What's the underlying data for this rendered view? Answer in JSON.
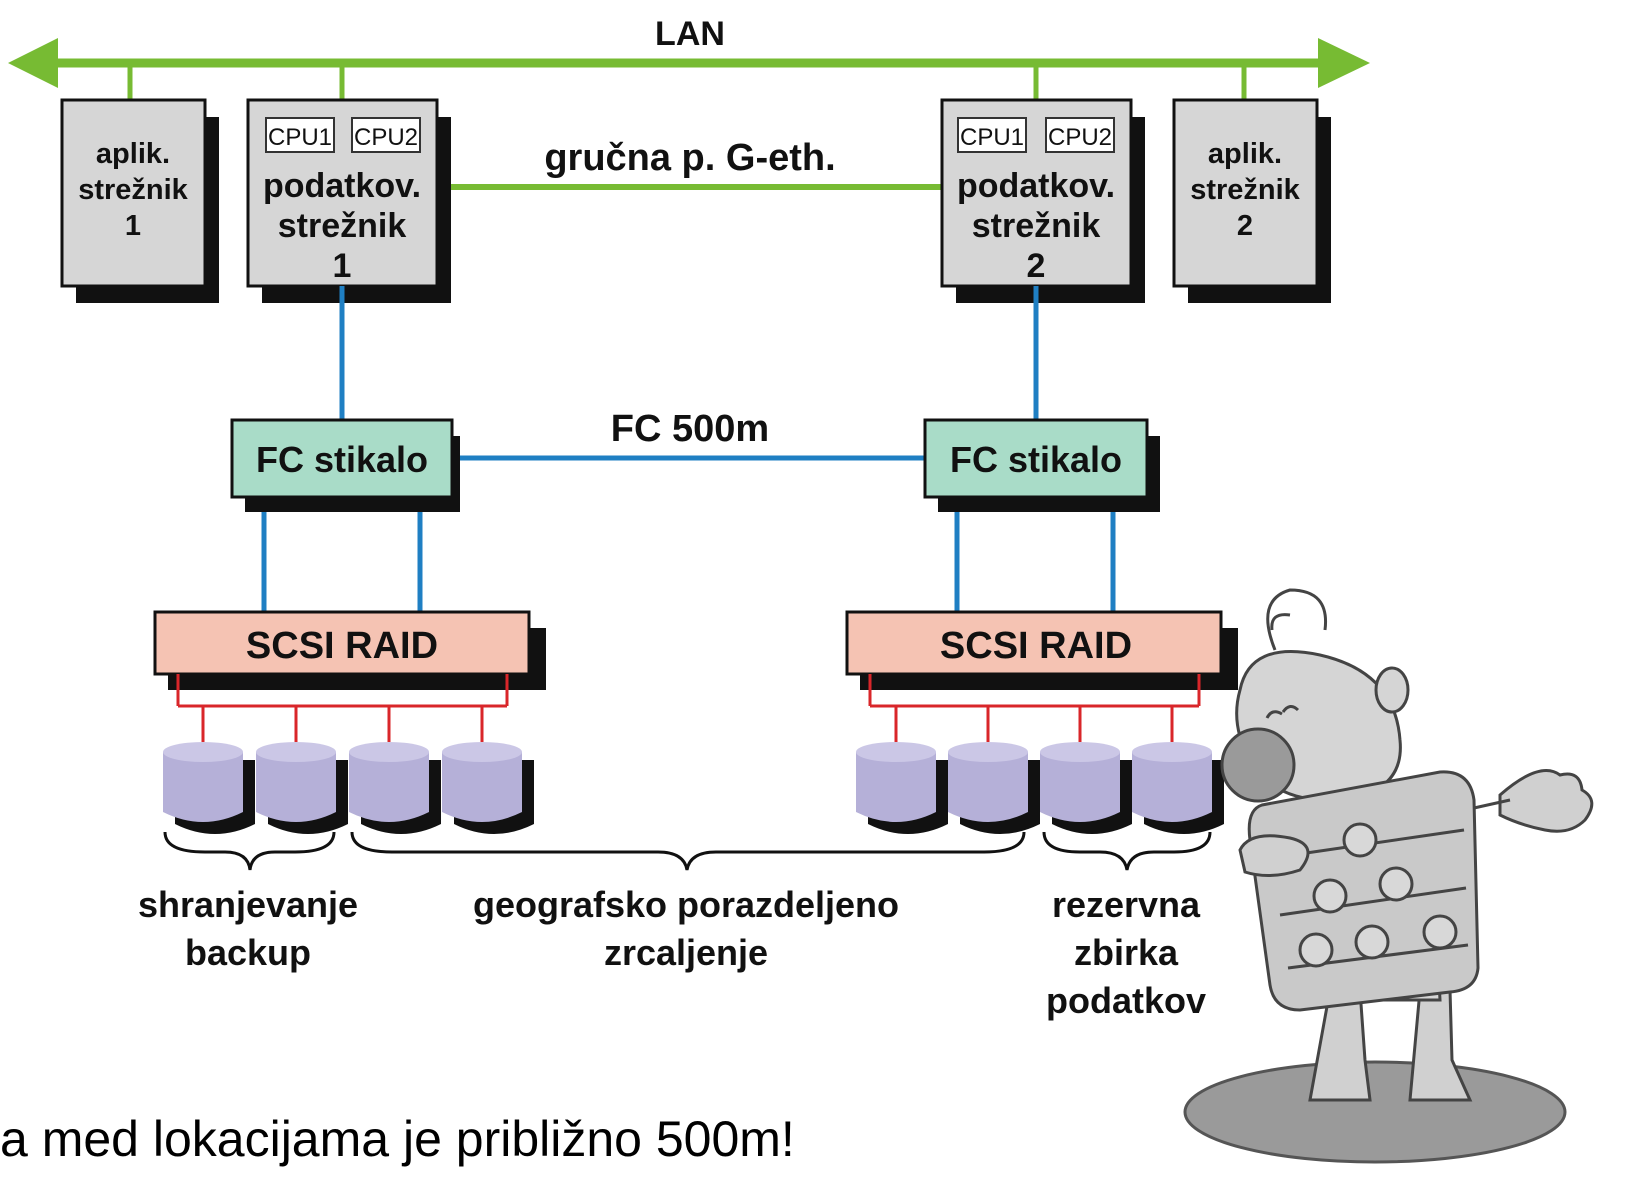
{
  "network": {
    "lan_label": "LAN",
    "cluster_link_label": "gručna p. G-eth.",
    "fc_link_label": "FC 500m"
  },
  "servers": {
    "app1": {
      "line1": "aplik.",
      "line2": "strežnik",
      "line3": "1"
    },
    "db1": {
      "cpu1": "CPU1",
      "cpu2": "CPU2",
      "line1": "podatkov.",
      "line2": "strežnik",
      "line3": "1"
    },
    "db2": {
      "cpu1": "CPU1",
      "cpu2": "CPU2",
      "line1": "podatkov.",
      "line2": "strežnik",
      "line3": "2"
    },
    "app2": {
      "line1": "aplik.",
      "line2": "strežnik",
      "line3": "2"
    }
  },
  "switches": {
    "left": "FC stikalo",
    "right": "FC stikalo"
  },
  "raids": {
    "left": "SCSI RAID",
    "right": "SCSI RAID"
  },
  "groups": {
    "backup": {
      "line1": "shranjevanje",
      "line2": "backup"
    },
    "mirror": {
      "line1": "geografsko porazdeljeno",
      "line2": "zrcaljenje"
    },
    "reserve": {
      "line1": "rezervna",
      "line2": "zbirka",
      "line3": "podatkov"
    }
  },
  "footer_note": "a med lokacijama je približno 500m!",
  "colors": {
    "lan": "#77bb33",
    "fibre": "#1f7fc3",
    "scsi": "#d9262a",
    "server_fill": "#d6d6d6",
    "switch_fill": "#a9dcc8",
    "raid_fill": "#f5c3b3",
    "disk_fill": "#b5b0d8",
    "shadow": "#111111"
  }
}
